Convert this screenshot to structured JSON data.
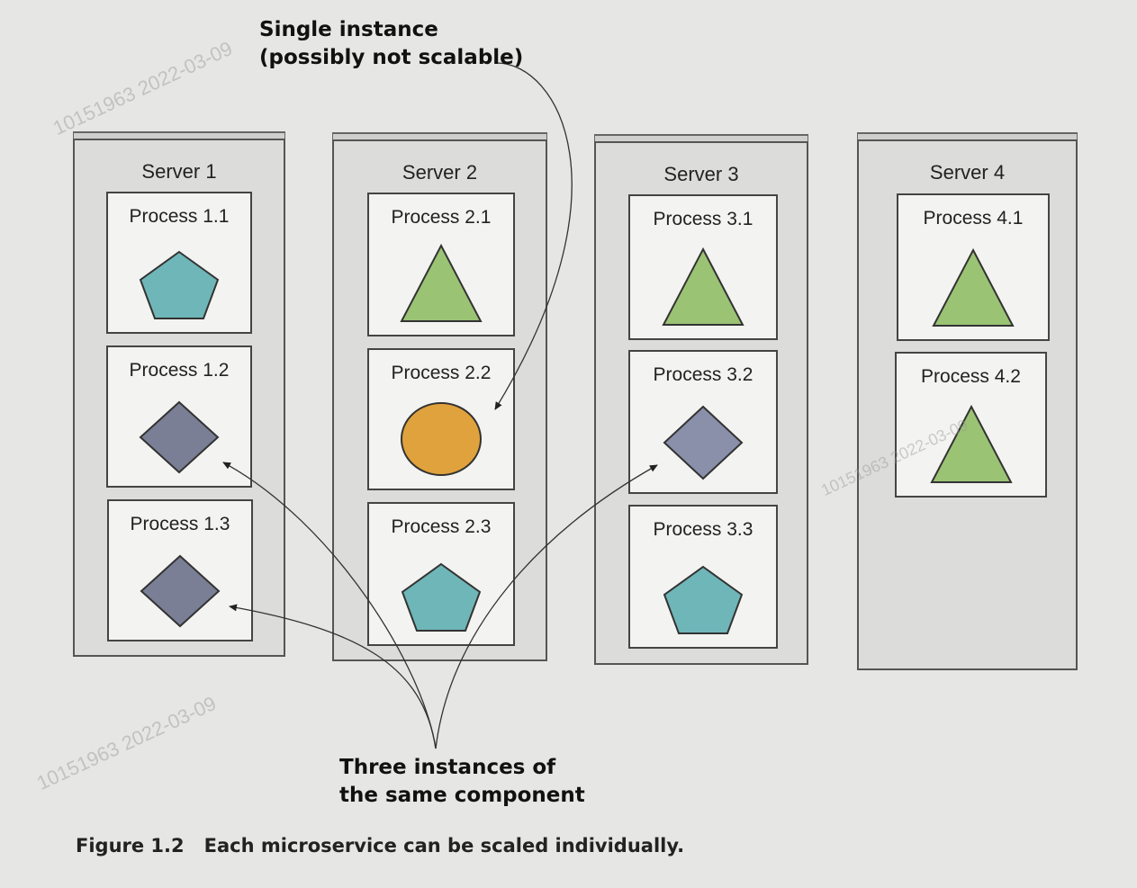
{
  "servers": [
    {
      "title": "Server 1",
      "processes": [
        {
          "label": "Process 1.1",
          "shape": "pentagon",
          "color": "#6fb6b8"
        },
        {
          "label": "Process 1.2",
          "shape": "diamond",
          "color": "#7a7f96"
        },
        {
          "label": "Process 1.3",
          "shape": "diamond",
          "color": "#7a7f96"
        }
      ]
    },
    {
      "title": "Server 2",
      "processes": [
        {
          "label": "Process 2.1",
          "shape": "triangle",
          "color": "#9bc374"
        },
        {
          "label": "Process 2.2",
          "shape": "circle",
          "color": "#e0a23c"
        },
        {
          "label": "Process 2.3",
          "shape": "pentagon",
          "color": "#6fb6b8"
        }
      ]
    },
    {
      "title": "Server 3",
      "processes": [
        {
          "label": "Process 3.1",
          "shape": "triangle",
          "color": "#9bc374"
        },
        {
          "label": "Process 3.2",
          "shape": "diamond",
          "color": "#8a90aa"
        },
        {
          "label": "Process 3.3",
          "shape": "pentagon",
          "color": "#6fb6b8"
        }
      ]
    },
    {
      "title": "Server 4",
      "processes": [
        {
          "label": "Process 4.1",
          "shape": "triangle",
          "color": "#9bc374"
        },
        {
          "label": "Process 4.2",
          "shape": "triangle",
          "color": "#9bc374"
        }
      ]
    }
  ],
  "callouts": {
    "single_line1": "Single instance",
    "single_line2": "(possibly not scalable)",
    "three_line1": "Three instances of",
    "three_line2": "the same component"
  },
  "caption": {
    "number": "Figure 1.2",
    "text": "Each microservice can be scaled individually."
  },
  "watermarks": [
    "10151963  2022-03-09",
    "10151963  2022-03-09",
    "10151963  2022-03-09"
  ]
}
